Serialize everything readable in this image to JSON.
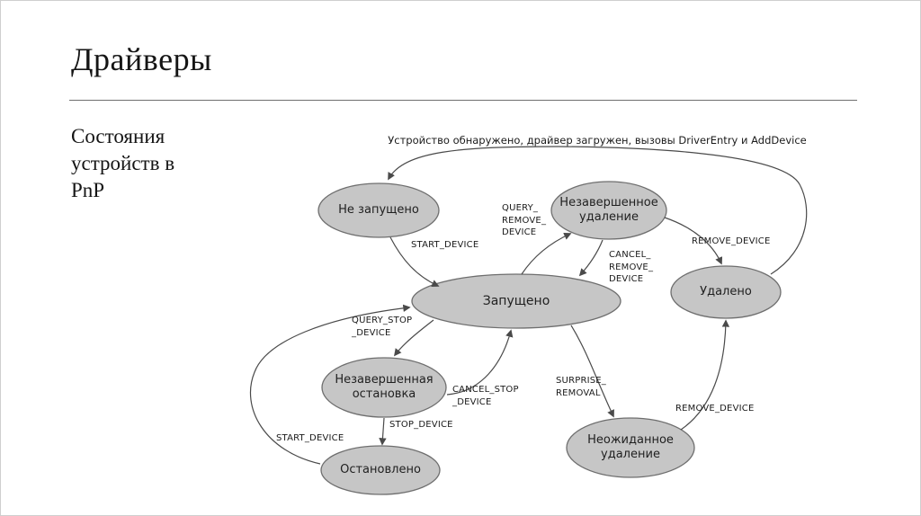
{
  "slide": {
    "title": "Драйверы",
    "subtitle": "Состояния\nустройств в\nPnP"
  },
  "colors": {
    "node_fill": "#c6c6c6",
    "node_stroke": "#6e6e6e",
    "arrow": "#4a4a4a",
    "text": "#1f1f1f"
  },
  "diagram": {
    "caption": "Устройство обнаружено, драйвер загружен, вызовы DriverEntry и AddDevice",
    "nodes": {
      "not_started": "Не запущено",
      "pending_removal": "Незавершенное\nудаление",
      "started": "Запущено",
      "removed": "Удалено",
      "pending_stop": "Незавершенная\nостановка",
      "stopped": "Остановлено",
      "surprise_removal": "Неожиданное\nудаление"
    },
    "edges": {
      "start_device_1": "START_DEVICE",
      "query_remove": "QUERY_\nREMOVE_\nDEVICE",
      "cancel_remove": "CANCEL_\nREMOVE_\nDEVICE",
      "remove_device_1": "REMOVE_DEVICE",
      "query_stop": "QUERY_STOP\n_DEVICE",
      "cancel_stop": "CANCEL_STOP\n_DEVICE",
      "stop_device": "STOP_DEVICE",
      "start_device_2": "START_DEVICE",
      "surprise": "SURPRISE_\nREMOVAL",
      "remove_device_2": "REMOVE_DEVICE"
    }
  }
}
